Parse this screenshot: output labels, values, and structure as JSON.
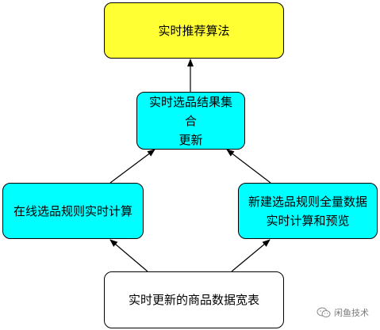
{
  "colors": {
    "top_fill": "#ffff33",
    "node_fill": "#00ffff",
    "bottom_fill": "#ffffff",
    "border": "#000000",
    "arrow": "#000000"
  },
  "nodes": {
    "top": {
      "line1": "实时推荐算法"
    },
    "middle": {
      "line1": "实时选品结果集合",
      "line2": "更新"
    },
    "left": {
      "line1": "在线选品规则实时计算"
    },
    "right": {
      "line1": "新建选品规则全量数据",
      "line2": "实时计算和预览"
    },
    "bottom": {
      "line1": "实时更新的商品数据宽表"
    }
  },
  "edges": [
    {
      "from": "bottom",
      "to": "left"
    },
    {
      "from": "bottom",
      "to": "right"
    },
    {
      "from": "left",
      "to": "middle"
    },
    {
      "from": "right",
      "to": "middle"
    },
    {
      "from": "middle",
      "to": "top"
    }
  ],
  "watermark": {
    "icon": "wechat-icon",
    "text": "闲鱼技术"
  }
}
